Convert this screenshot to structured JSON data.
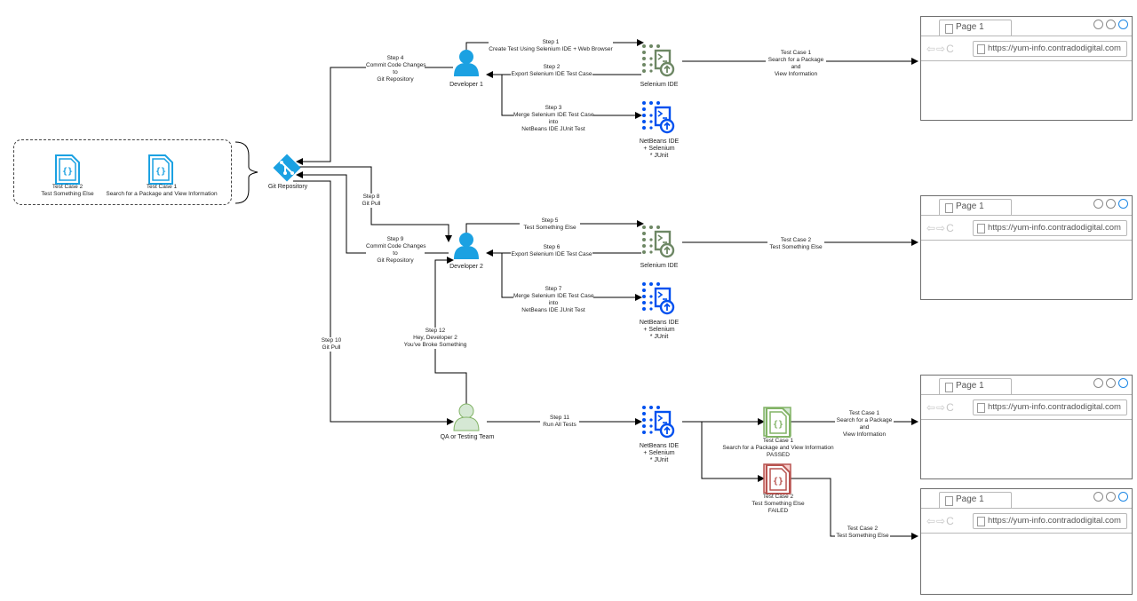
{
  "nodes": {
    "developer1": "Developer 1",
    "developer2": "Developer 2",
    "qa_team": "QA or Testing Team",
    "git_repo": "Git Repository",
    "selenium_ide": "Selenium IDE",
    "netbeans_ide": "NetBeans IDE\n+ Selenium\n* JUnit"
  },
  "steps": {
    "s1": "Step 1\nCreate Test Using Selenium IDE + Web Browser",
    "s2": "Step 2\nExport Selenium IDE Test Case",
    "s3": "Step 3\nMerge Selenium IDE Test Case\ninto\nNetBeans IDE JUnit Test",
    "s4": "Step 4\nCommit Code Changes\nto\nGit Repository",
    "s5": "Step 5\nTest Something Else",
    "s6": "Step 6\nExport Selenium IDE Test Case",
    "s7": "Step 7\nMerge Selenium IDE Test Case\ninto\nNetBeans IDE JUnit Test",
    "s8": "Step 8\nGit Pull",
    "s9": "Step 9\nCommit Code Changes\nto\nGit Repository",
    "s10": "Step 10\nGit Pull",
    "s11": "Step 11\nRun All Tests",
    "s12": "Step 12\nHey, Developer 2\nYou've Broke Something"
  },
  "test_cases": {
    "repo_tc2": "Test Case 2\nTest Something Else",
    "repo_tc1": "Test Case 1\nSearch for a Package and View Information",
    "edge_tc1_top": "Test Case 1\nSearch for a Package\nand\nView Information",
    "edge_tc2_mid": "Test Case 2\nTest Something Else",
    "edge_tc1_bottom": "Test Case 1\nSearch for a Package\nand\nView Information",
    "edge_tc2_bottom": "Test Case 2\nTest Something Else",
    "result_passed": "Test Case 1\nSearch for a Package and View Information\nPASSED",
    "result_failed": "Test Case 2\nTest Something Else\nFAILED"
  },
  "browser": {
    "tab_title": "Page 1",
    "url": "https://yum-info.contradodigital.com",
    "nav_glyphs": "⇦⇨C"
  },
  "colors": {
    "person_blue": "#1ba1e2",
    "person_green": "#d5e8d4",
    "selenium_green": "#6d8764",
    "netbeans_blue": "#0050ef",
    "git_blue": "#1ba1e2",
    "passed_green": "#82b366",
    "failed_red": "#b85450",
    "edge": "#000000"
  }
}
